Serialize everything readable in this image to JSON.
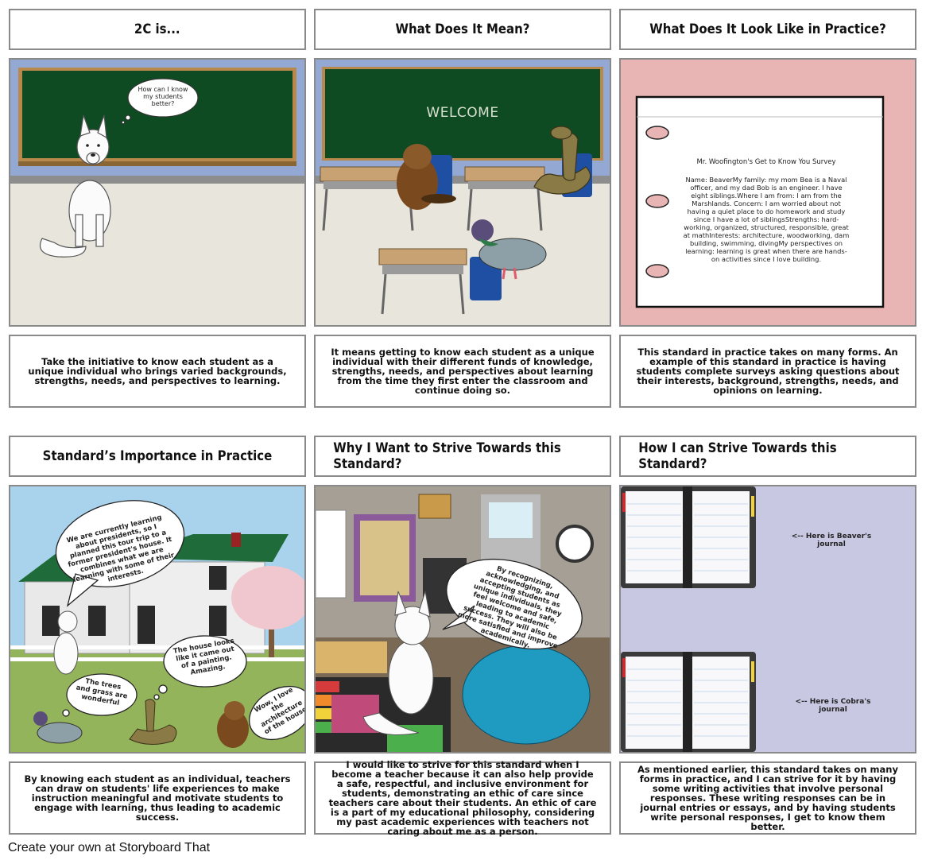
{
  "panels": [
    {
      "title": "2C is...",
      "bubble": "How can I know my students better?",
      "caption": "Take the initiative to know each student as a unique individual who brings varied backgrounds, strengths, needs, and perspectives to learning."
    },
    {
      "title": "What Does It Mean?",
      "board_text": "WELCOME",
      "caption": "It means getting to know each student as a unique individual with their different funds of knowledge, strengths, needs, and perspectives about learning from the time they first enter the classroom and continue doing so."
    },
    {
      "title": "What Does It Look Like in Practice?",
      "survey_title": "Mr. Woofington's Get to Know You Survey",
      "survey_body": "Name: BeaverMy family: my mom Bea is a Naval officer, and my dad Bob is an engineer. I have eight siblings.Where I am from: I am from the Marshlands. Concern: I am worried about not having a quiet place to do homework and study since I have a lot of siblingsStrengths: hard-working, organized, structured, responsible, great at mathInterests: architecture, woodworking, dam building, swimming, divingMy perspectives on learning: learning is great when there are hands-on activities since I love building.",
      "caption": "This standard in practice takes on many forms. An example of this standard in practice is having students complete surveys asking questions about their interests, background, strengths, needs, and opinions on learning."
    },
    {
      "title": "Standard’s Importance in Practice",
      "bubble_main": "We are currently learning about presidents, so I planned this tour trip to a former president's house. It combines what we are learning with some of their interests.",
      "bubble_house": "The house looks like it came out of a painting. Amazing.",
      "bubble_trees": "The trees and grass are wonderful",
      "bubble_arch": "Wow, I love the architecture of the house",
      "caption": "By knowing each student as an individual, teachers can draw on students' life experiences to make instruction meaningful and motivate students to engage with learning, thus leading to academic success."
    },
    {
      "title": "Why I Want to Strive Towards this Standard?",
      "bubble": "By recognizing, acknowledging, and accepting students as unique individuals, they feel welcome and safe, leading to academic success. They will also be more satisfied and improve academically.",
      "caption": "I would like to strive for this standard when I become a teacher because it can also help provide a safe, respectful, and inclusive environment for students, demonstrating an ethic of care since teachers care about their students. An ethic of care is a part of my educational philosophy, considering my past academic experiences with teachers not caring about me as a person."
    },
    {
      "title": "How I can Strive Towards this Standard?",
      "label_beaver": "<-- Here is Beaver's journal",
      "label_cobra": "<-- Here is Cobra's journal",
      "caption": "As mentioned earlier, this standard takes on many forms in practice, and I can strive for it by having some writing activities that involve personal responses. These writing responses can be in journal entries or essays, and by having students write personal responses, I get to know them better."
    }
  ],
  "footer": "Create your own at Storyboard That",
  "colors": {
    "chalkboard": "#0e4a22",
    "wall": "#93a9d4",
    "pink": "#e8b4b4",
    "journal_bg": "#c8c8e2"
  }
}
